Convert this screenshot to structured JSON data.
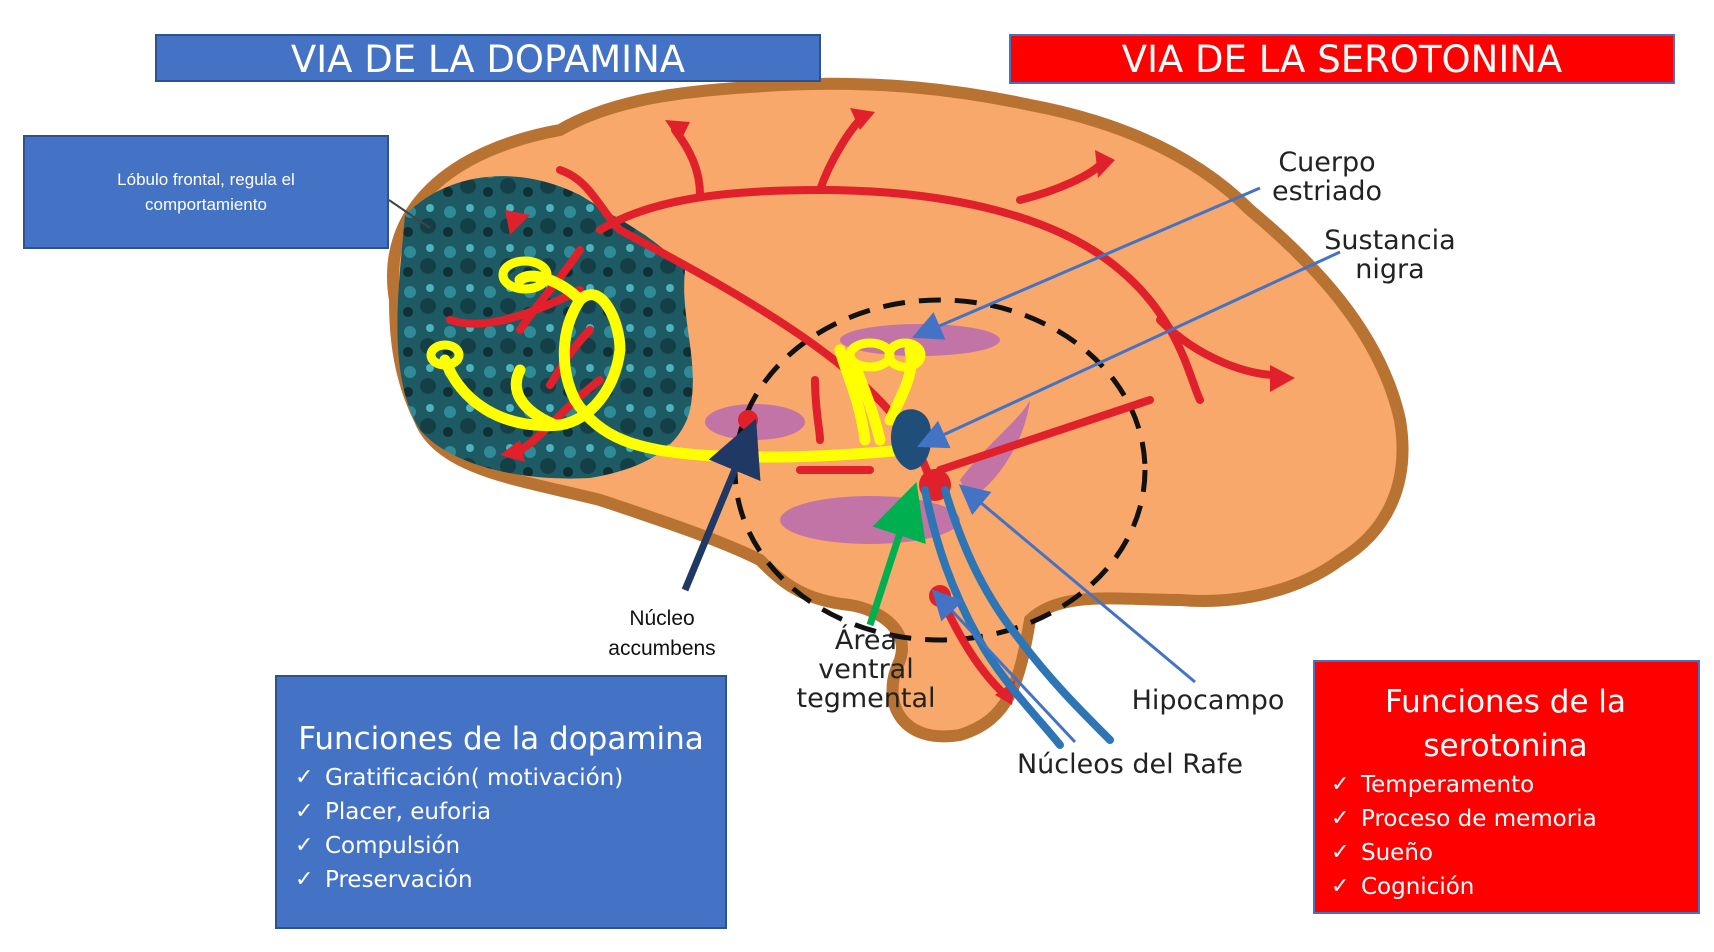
{
  "banners": {
    "dopamine": "VIA DE LA DOPAMINA",
    "serotonin": "VIA DE LA SEROTONINA"
  },
  "frontal_box": {
    "text": "Lóbulo frontal, regula el comportamiento"
  },
  "labels": {
    "cuerpo_estriado": [
      "Cuerpo",
      "estriado"
    ],
    "sustancia_nigra": [
      "Sustancia",
      "nigra"
    ],
    "nucleo_accumbens": [
      "Núcleo",
      "accumbens"
    ],
    "area_ventral": [
      "Área",
      "ventral",
      "tegmental"
    ],
    "hipocampo": "Hipocampo",
    "nucleos_rafe": "Núcleos del Rafe"
  },
  "dopamine_functions": {
    "title": "Funciones de la dopamina",
    "items": [
      "Gratificación( motivación)",
      "Placer, euforia",
      "Compulsión",
      "Preservación"
    ]
  },
  "serotonin_functions": {
    "title_lines": [
      "Funciones de la",
      "serotonina"
    ],
    "items": [
      "Temperamento",
      "Proceso de memoria",
      "Sueño",
      "Cognición"
    ]
  },
  "check_glyph": "✓",
  "colors": {
    "dopamine_blue": "#4472c4",
    "serotonin_red": "#ff0000",
    "brain_fill": "#f7a86a",
    "brain_border": "#b87333",
    "frontal_lobe": "#1d5a63",
    "dopamine_path": "#ffff00",
    "serotonin_path": "#e0202a"
  }
}
